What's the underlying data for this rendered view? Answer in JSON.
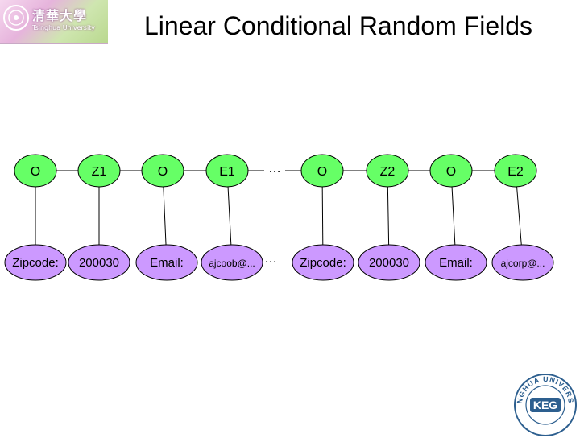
{
  "title": "Linear Conditional Random Fields",
  "logo": {
    "name": "清華大學",
    "subtitle": "Tsinghua University"
  },
  "badge": {
    "text": "KEG",
    "ring_text": "TSINGHUA UNIVERSITY"
  },
  "ellipsis": "…",
  "state_nodes": [
    {
      "label": "O"
    },
    {
      "label": "Z1"
    },
    {
      "label": "O"
    },
    {
      "label": "E1"
    },
    {
      "label": "O"
    },
    {
      "label": "Z2"
    },
    {
      "label": "O"
    },
    {
      "label": "E2"
    }
  ],
  "observation_nodes": [
    {
      "label": "Zipcode:"
    },
    {
      "label": "200030"
    },
    {
      "label": "Email:"
    },
    {
      "label": "ajcoob@..."
    },
    {
      "label": "Zipcode:"
    },
    {
      "label": "200030"
    },
    {
      "label": "Email:"
    },
    {
      "label": "ajcorp@..."
    }
  ],
  "colors": {
    "state_fill": "#66ff66",
    "observation_fill": "#cc99ff",
    "stroke": "#000000"
  }
}
